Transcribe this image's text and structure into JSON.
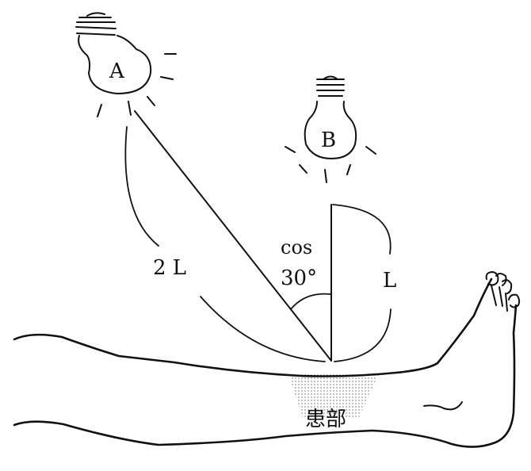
{
  "labels": {
    "bulb_a": "A",
    "bulb_b": "B",
    "distance_a": "2 L",
    "distance_b": "L",
    "angle_line1": "cos",
    "angle_line2": "30°",
    "affected_area": "患部"
  },
  "colors": {
    "stroke": "#111111",
    "dots": "#777777"
  }
}
